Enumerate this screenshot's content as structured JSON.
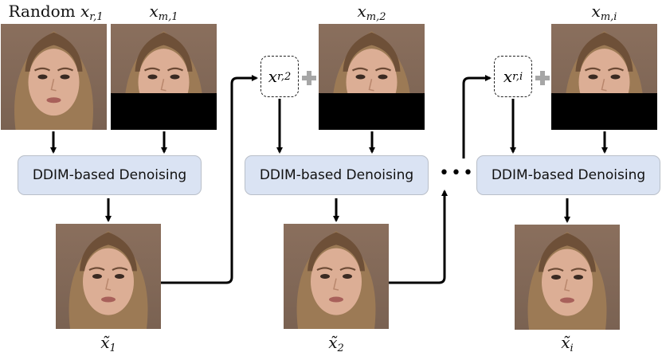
{
  "figure": {
    "type": "pipeline-diagram",
    "stages": [
      {
        "id": 1,
        "random_input": {
          "prefix": "Random",
          "symbol": "x",
          "subscript": "r,1"
        },
        "masked_input": {
          "symbol": "x",
          "subscript": "m,1",
          "mask": "lower-half-black"
        },
        "denoiser_label": "DDIM-based Denoising",
        "output": {
          "symbol": "x̃",
          "subscript": "1"
        }
      },
      {
        "id": 2,
        "random_input": {
          "symbol": "x",
          "subscript": "r,2",
          "style": "dashed-box"
        },
        "combine_icon": "plus-icon",
        "masked_input": {
          "symbol": "x",
          "subscript": "m,2",
          "mask": "lower-half-black"
        },
        "denoiser_label": "DDIM-based Denoising",
        "output": {
          "symbol": "x̃",
          "subscript": "2"
        }
      },
      {
        "id": "i",
        "random_input": {
          "symbol": "x",
          "subscript": "r,i",
          "style": "dashed-box"
        },
        "combine_icon": "plus-icon",
        "masked_input": {
          "symbol": "x",
          "subscript": "m,i",
          "mask": "lower-half-black"
        },
        "denoiser_label": "DDIM-based Denoising",
        "output": {
          "symbol": "x̃",
          "subscript": "i"
        }
      }
    ],
    "ellipsis": "•••",
    "colors": {
      "denoiser_fill": "#dae3f3",
      "denoiser_border": "#b9bfc9",
      "mask": "#000000",
      "plus": "#a6a6a6",
      "arrow": "#000000",
      "face_background": "#7a6252"
    }
  }
}
